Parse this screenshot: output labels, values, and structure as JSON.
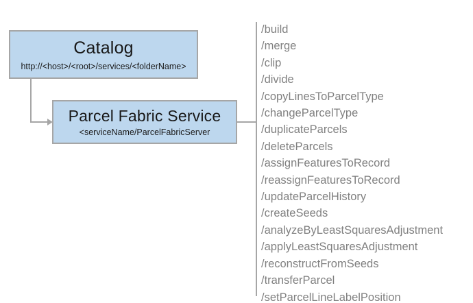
{
  "diagram": {
    "background_color": "#ffffff",
    "node_fill_color": "#bdd7ee",
    "node_border_color": "#a6a6a6",
    "connector_color": "#a6a6a6",
    "list_text_color": "#808080"
  },
  "nodes": {
    "catalog": {
      "title": "Catalog",
      "subtitle": "http://<host>/<root>/services/<folderName>"
    },
    "service": {
      "title": "Parcel Fabric Service",
      "subtitle": "<serviceName/ParcelFabricServer"
    }
  },
  "operations": [
    "/build",
    "/merge",
    "/clip",
    "/divide",
    "/copyLinesToParcelType",
    "/changeParcelType",
    "/duplicateParcels",
    "/deleteParcels",
    "/assignFeaturesToRecord",
    "/reassignFeaturesToRecord",
    "/updateParcelHistory",
    "/createSeeds",
    "/analyzeByLeastSquaresAdjustment",
    "/applyLeastSquaresAdjustment",
    "/reconstructFromSeeds",
    "/transferParcel",
    "/setParcelLineLabelPosition"
  ]
}
